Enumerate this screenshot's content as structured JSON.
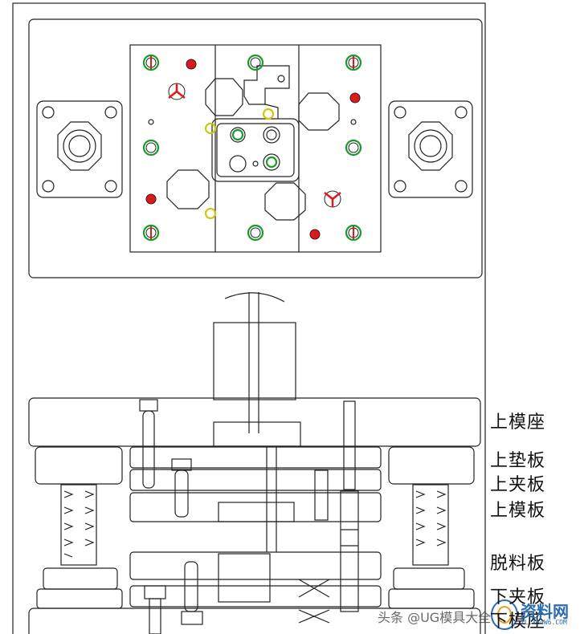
{
  "labels": {
    "upper_die_base": "上模座",
    "upper_backing_plate": "上垫板",
    "upper_clamp_plate": "上夹板",
    "upper_die_plate": "上模板",
    "stripper_plate": "脱料板",
    "lower_clamp_plate": "下夹板",
    "lower_die_seat": "下模座"
  },
  "watermark": {
    "text": "头条 @UG模具大全",
    "logo_text": "资料网",
    "logo_sub": "ZL.XS4W6.COM"
  },
  "colors": {
    "line": "#222222",
    "red_marker": "#e01818",
    "green_ring": "#1a9a2a",
    "yellow_ring": "#c8c800"
  }
}
